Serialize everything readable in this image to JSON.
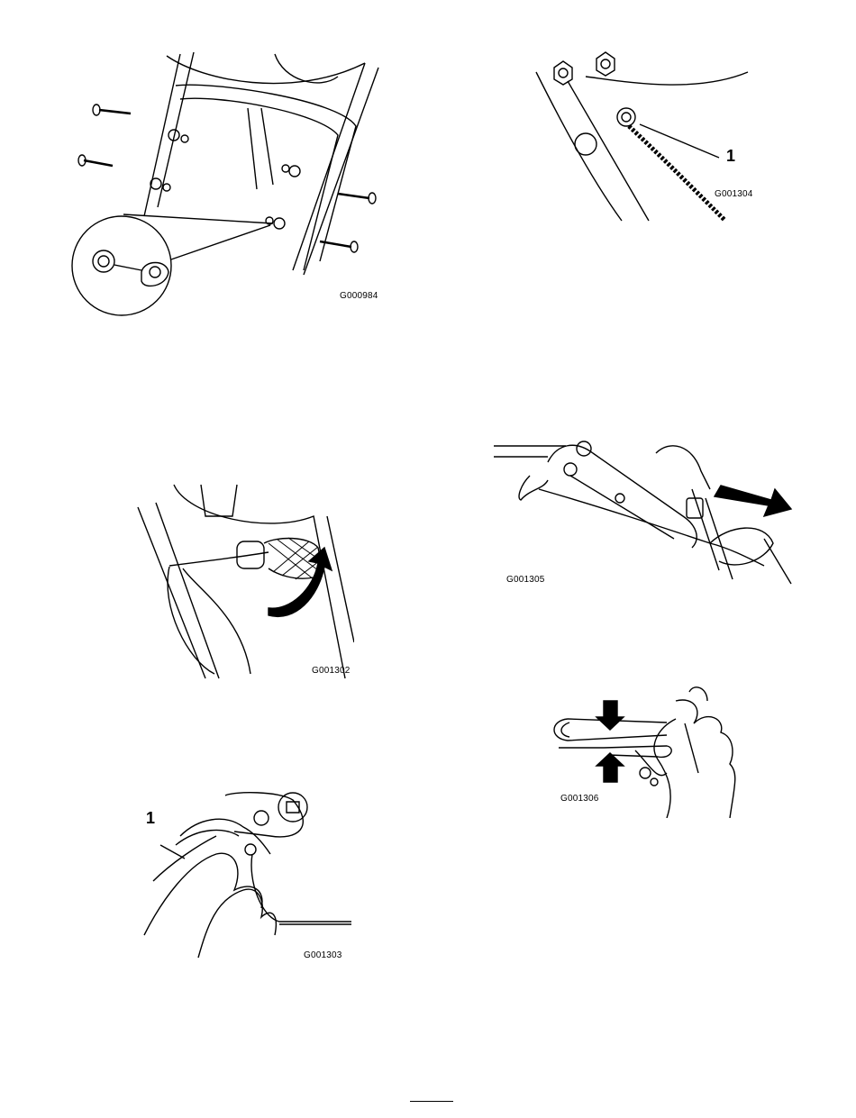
{
  "figures": [
    {
      "id": "G000984"
    },
    {
      "id": "G001304",
      "callout": "1"
    },
    {
      "id": "G001302"
    },
    {
      "id": "G001305"
    },
    {
      "id": "G001303",
      "callout": "1"
    },
    {
      "id": "G001306"
    }
  ]
}
